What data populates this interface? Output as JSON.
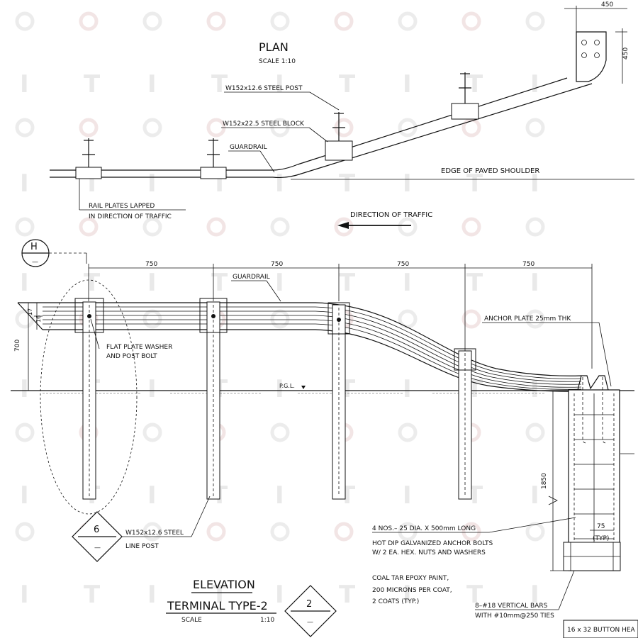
{
  "plan": {
    "title": "PLAN",
    "scale": "SCALE  1:10",
    "labels": {
      "steel_post": "W152x12.6 STEEL POST",
      "steel_block": "W152x22.5 STEEL BLOCK",
      "guardrail": "GUARDRAIL",
      "edge": "EDGE OF PAVED SHOULDER",
      "lapped_1": "RAIL PLATES LAPPED",
      "lapped_2": "IN DIRECTION OF TRAFFIC",
      "direction": "DIRECTION OF TRAFFIC"
    },
    "dims": {
      "top": "450",
      "side": "450"
    }
  },
  "elevation": {
    "title": "ELEVATION",
    "subtitle": "TERMINAL TYPE-2",
    "scale_label": "SCALE",
    "scale_value": "1:10",
    "section_marker": {
      "top": "H",
      "bottom": "—"
    },
    "detail_marker_6": {
      "top": "6",
      "bottom": "—"
    },
    "detail_marker_2": {
      "top": "2",
      "bottom": "—"
    },
    "spacings": [
      "750",
      "750",
      "750",
      "750"
    ],
    "height_dims": {
      "h700": "700",
      "h17": "17",
      "h16": "16",
      "h1850": "1850",
      "h75": "75",
      "typ": "(TYP)"
    },
    "labels": {
      "guardrail": "GUARDRAIL",
      "washer_1": "FLAT PLATE WASHER",
      "washer_2": "AND POST BOLT",
      "anchor_plate": "ANCHOR PLATE 25mm THK",
      "pgl": "P.G.L.",
      "line_post_1": "W152x12.6 STEEL",
      "line_post_2": "LINE POST",
      "bolts_1": "4 NOS.– 25 DIA. X 500mm LONG",
      "bolts_2": "HOT DIP GALVANIZED ANCHOR BOLTS",
      "bolts_3": "W/ 2 EA. HEX. NUTS AND WASHERS",
      "paint_1": "COAL TAR EPOXY PAINT,",
      "paint_2": "200 MICRONS PER COAT,",
      "paint_3": "2 COATS (TYP.)",
      "bars_1": "8–#18 VERTICAL BARS",
      "bars_2": "WITH #10mm@250 TIES",
      "button": "16 x 32 BUTTON HEA"
    }
  },
  "watermark": {
    "letter": "I"
  }
}
